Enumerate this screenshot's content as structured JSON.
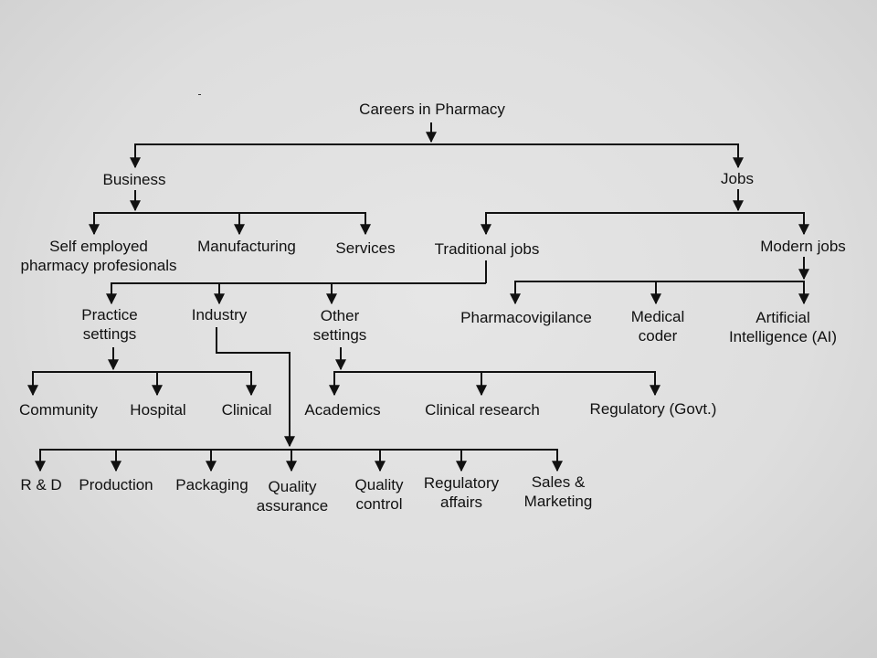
{
  "root": "Careers in Pharmacy",
  "business": {
    "label": "Business",
    "children": [
      [
        "Self employed",
        "pharmacy profesionals"
      ],
      [
        "Manufacturing"
      ],
      [
        "Services"
      ]
    ]
  },
  "jobs": {
    "label": "Jobs",
    "traditional": {
      "label": "Traditional jobs",
      "practice": {
        "label": [
          "Practice",
          "settings"
        ],
        "children": [
          "Community",
          "Hospital",
          "Clinical"
        ]
      },
      "industry": {
        "label": "Industry",
        "children": [
          [
            "R & D"
          ],
          [
            "Production"
          ],
          [
            "Packaging"
          ],
          [
            "Quality",
            "assurance"
          ],
          [
            "Quality",
            "control"
          ],
          [
            "Regulatory",
            "affairs"
          ],
          [
            "Sales &",
            "Marketing"
          ]
        ]
      },
      "other": {
        "label": [
          "Other",
          "settings"
        ],
        "children": [
          "Academics",
          "Clinical research",
          "Regulatory (Govt.)"
        ]
      }
    },
    "modern": {
      "label": "Modern jobs",
      "children": [
        [
          "Pharmacovigilance"
        ],
        [
          "Medical",
          "coder"
        ],
        [
          "Artificial",
          "Intelligence (AI)"
        ]
      ]
    }
  }
}
